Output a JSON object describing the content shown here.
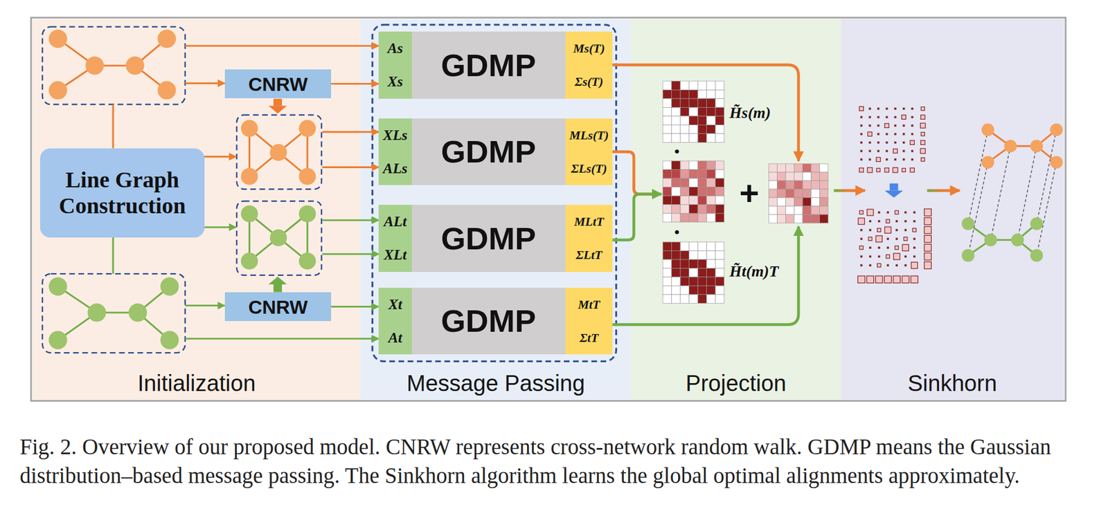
{
  "diagram": {
    "caption": "Fig. 2. Overview of our proposed model. CNRW represents cross-network random walk. GDMP means the Gaussian distribution–based message passing. The Sinkhorn algorithm learns the global optimal alignments approximately.",
    "nodes": [
      {
        "text": [
          "Initialization"
        ]
      },
      {
        "text": [
          "CNRW"
        ],
        "in": 0
      },
      {
        "text": [
          "Line Graph Construction"
        ],
        "in": 0
      },
      {
        "text": [
          "CNRW"
        ],
        "in": 0
      },
      {
        "text": [
          "Message Passing"
        ]
      },
      {
        "text": [
          "GDMP"
        ],
        "in": 4
      },
      {
        "text": [
          "As",
          "Xs"
        ],
        "in": 5
      },
      {
        "text": [
          "Ms(T)",
          "Σs(T)"
        ],
        "in": 5
      },
      {
        "text": [
          "GDMP"
        ],
        "in": 4
      },
      {
        "text": [
          "XLs",
          "ALs"
        ],
        "in": 8
      },
      {
        "text": [
          "MLs(T)",
          "ΣLs(T)"
        ],
        "in": 8
      },
      {
        "text": [
          "GDMP"
        ],
        "in": 4
      },
      {
        "text": [
          "ALt",
          "XLt"
        ],
        "in": 11
      },
      {
        "text": [
          "MLtT",
          "ΣLtT"
        ],
        "in": 11
      },
      {
        "text": [
          "GDMP"
        ],
        "in": 4
      },
      {
        "text": [
          "Xt",
          "At"
        ],
        "in": 14
      },
      {
        "text": [
          "MtT",
          "ΣtT"
        ],
        "in": 14
      },
      {
        "text": [
          "Projection"
        ]
      },
      {
        "text": [
          "Sinkhorn"
        ]
      }
    ],
    "edges": [
      {
        "from": 1,
        "to": 6,
        "arrow": "to"
      },
      {
        "from": 3,
        "to": 15,
        "arrow": "to"
      }
    ],
    "labels": [
      "H̃s(m)",
      "•",
      "+",
      "•",
      "H̃t(m)T"
    ]
  }
}
